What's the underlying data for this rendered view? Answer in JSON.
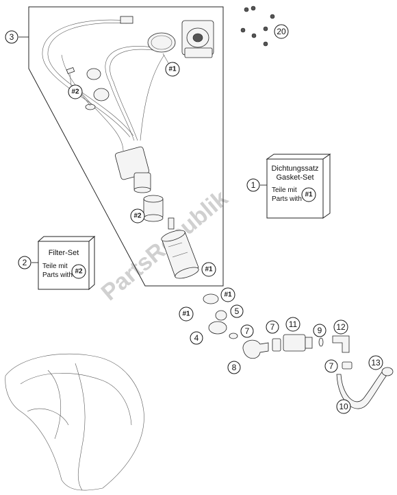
{
  "callouts": {
    "c1": "1",
    "c2": "2",
    "c3": "3",
    "c4": "4",
    "c5": "5",
    "c7a": "7",
    "c7b": "7",
    "c7c": "7",
    "c8": "8",
    "c9": "9",
    "c10": "10",
    "c11": "11",
    "c12": "12",
    "c13": "13",
    "c20": "20"
  },
  "refs": {
    "r1": "#1",
    "r2": "#1",
    "r3": "#1",
    "r4": "#1",
    "r5": "#2",
    "r6": "#2"
  },
  "filter_box": {
    "title": "Filter-Set",
    "line1": "Teile mit",
    "line2": "Parts with",
    "ref": "#2"
  },
  "gasket_box": {
    "title1": "Dichtungssatz",
    "title2": "Gasket-Set",
    "line1": "Teile mit",
    "line2": "Parts with",
    "ref": "#1"
  },
  "watermark": "PartsRepublik"
}
